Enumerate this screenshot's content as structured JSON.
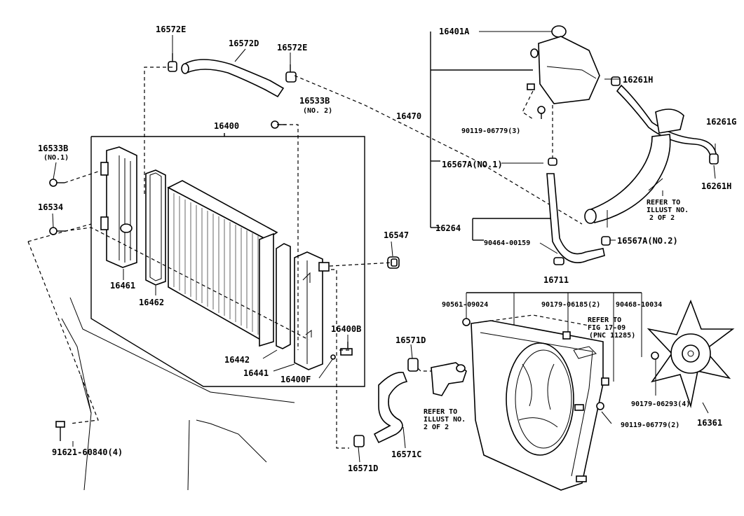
{
  "diagram": {
    "labels": {
      "l_16572E_a": "16572E",
      "l_16572D": "16572D",
      "l_16572E_b": "16572E",
      "l_16533B_no2": "16533B",
      "l_16533B_no2_sub": "(NO. 2)",
      "l_16400": "16400",
      "l_16533B_no1": "16533B",
      "l_16533B_no1_sub": "(NO.1)",
      "l_16534": "16534",
      "l_16461": "16461",
      "l_16462": "16462",
      "l_16547": "16547",
      "l_16442": "16442",
      "l_16441": "16441",
      "l_16400B": "16400B",
      "l_16400F": "16400F",
      "l_91621": "91621-60840(4)",
      "l_16571D_a": "16571D",
      "l_16571D_b": "16571D",
      "l_16571C": "16571C",
      "l_refer_a1": "REFER TO",
      "l_refer_a2": "ILLUST NO.",
      "l_refer_a3": "2 OF 2",
      "l_16401A": "16401A",
      "l_16261H_a": "16261H",
      "l_16470": "16470",
      "l_90119_3": "90119-06779(3)",
      "l_16261G": "16261G",
      "l_16567A_no1": "16567A(NO.1)",
      "l_16261H_b": "16261H",
      "l_refer_b1": "REFER TO",
      "l_refer_b2": "ILLUST NO.",
      "l_refer_b3": "2 OF 2",
      "l_16264": "16264",
      "l_90464": "90464-00159",
      "l_16567A_no2": "16567A(NO.2)",
      "l_16711": "16711",
      "l_90561": "90561-09024",
      "l_90179_2": "90179-06185(2)",
      "l_90468": "90468-10034",
      "l_refer_c1": "REFER TO",
      "l_refer_c2": "FIG 17-09",
      "l_refer_c3": "(PNC 11285)",
      "l_90179_4": "90179-06293(4)",
      "l_90119_2": "90119-06779(2)",
      "l_16361": "16361"
    }
  }
}
